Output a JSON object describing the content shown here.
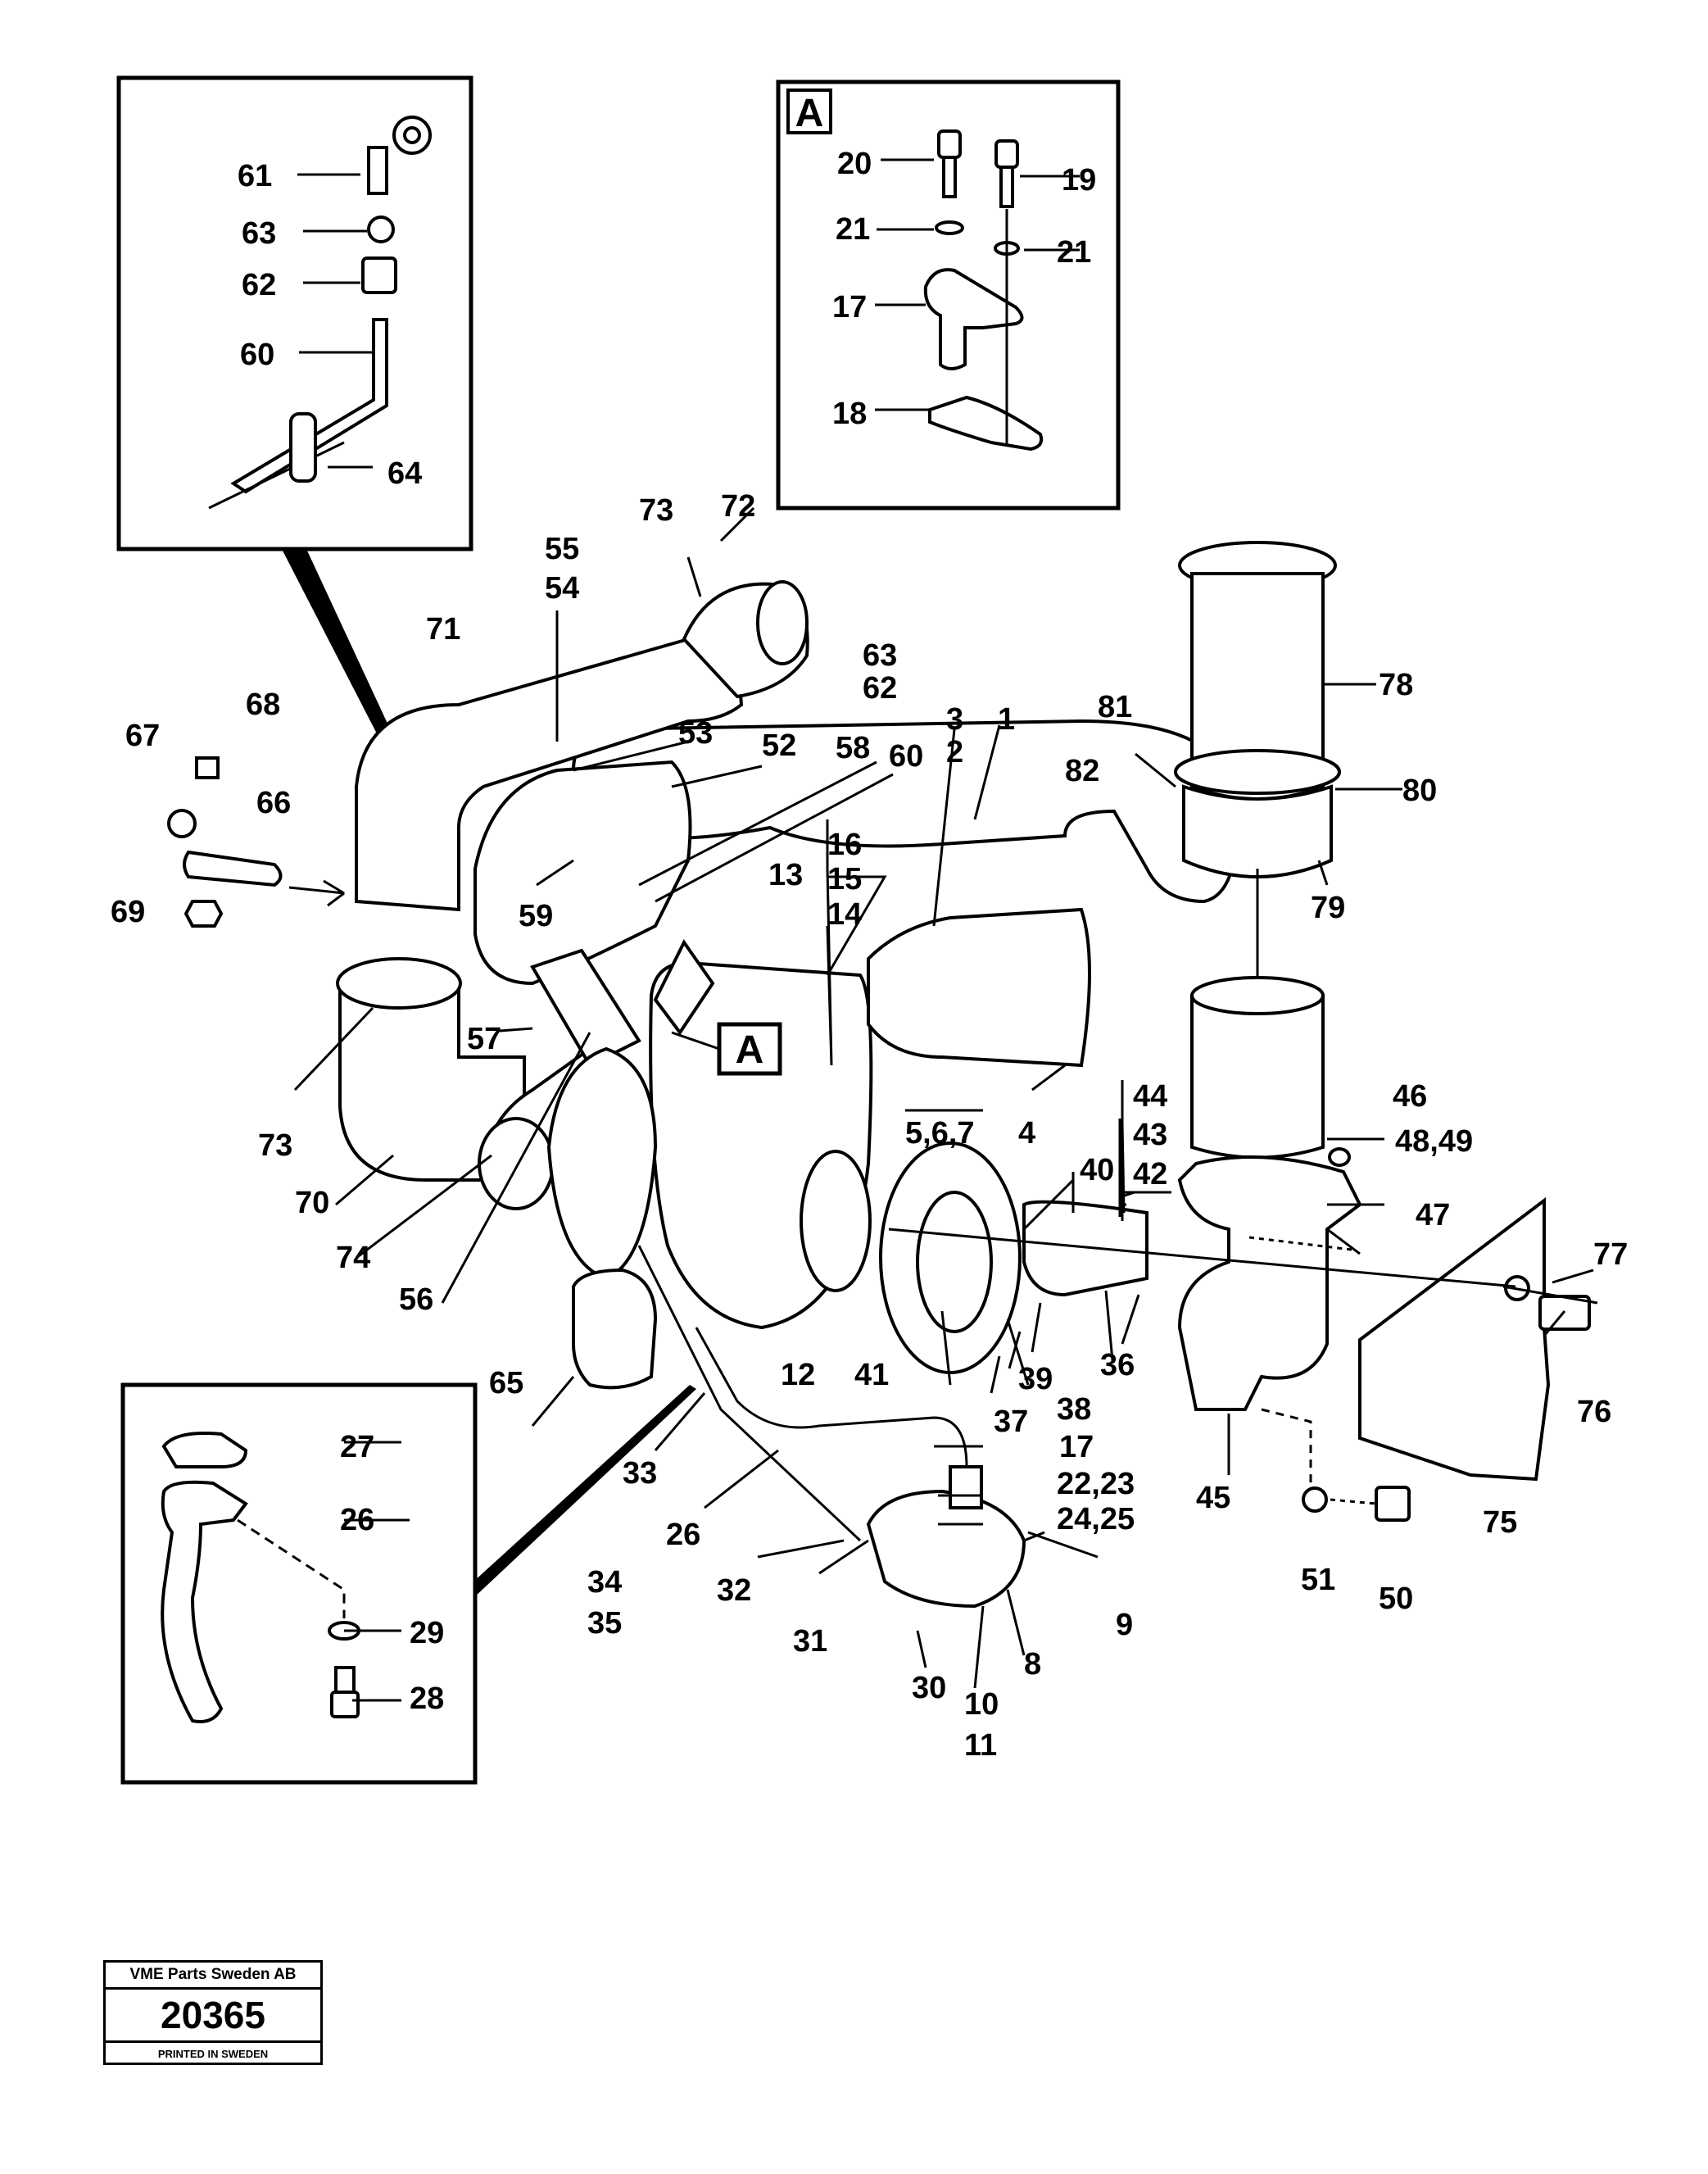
{
  "callout_letter": "A",
  "labels": {
    "l1": "1",
    "l2": "2",
    "l3": "3",
    "l4": "4",
    "l5_6_7": "5,6,7",
    "l8": "8",
    "l9": "9",
    "l10": "10",
    "l11": "11",
    "l12": "12",
    "l13": "13",
    "l14": "14",
    "l15": "15",
    "l16": "16",
    "l17a": "17",
    "l17b": "17",
    "l18": "18",
    "l19": "19",
    "l20": "20",
    "l21a": "21",
    "l21b": "21",
    "l22_23": "22,23",
    "l24_25": "24,25",
    "l26a": "26",
    "l26b": "26",
    "l27": "27",
    "l28": "28",
    "l29": "29",
    "l30": "30",
    "l31": "31",
    "l32": "32",
    "l33": "33",
    "l34": "34",
    "l35": "35",
    "l36": "36",
    "l37": "37",
    "l38": "38",
    "l39": "39",
    "l40": "40",
    "l41": "41",
    "l42": "42",
    "l43": "43",
    "l44": "44",
    "l45": "45",
    "l46": "46",
    "l47": "47",
    "l48_49": "48,49",
    "l50": "50",
    "l51": "51",
    "l52": "52",
    "l53": "53",
    "l54": "54",
    "l55": "55",
    "l56": "56",
    "l57": "57",
    "l58": "58",
    "l59": "59",
    "l60a": "60",
    "l60b": "60",
    "l61": "61",
    "l62a": "62",
    "l62b": "62",
    "l63a": "63",
    "l63b": "63",
    "l64": "64",
    "l65": "65",
    "l66": "66",
    "l67": "67",
    "l68": "68",
    "l69": "69",
    "l70": "70",
    "l71": "71",
    "l72": "72",
    "l73a": "73",
    "l73b": "73",
    "l74": "74",
    "l75": "75",
    "l76": "76",
    "l77": "77",
    "l78": "78",
    "l79": "79",
    "l80": "80",
    "l81": "81",
    "l82": "82"
  },
  "title_block": {
    "company": "VME Parts Sweden AB",
    "number": "20365",
    "printed": "PRINTED IN SWEDEN"
  }
}
